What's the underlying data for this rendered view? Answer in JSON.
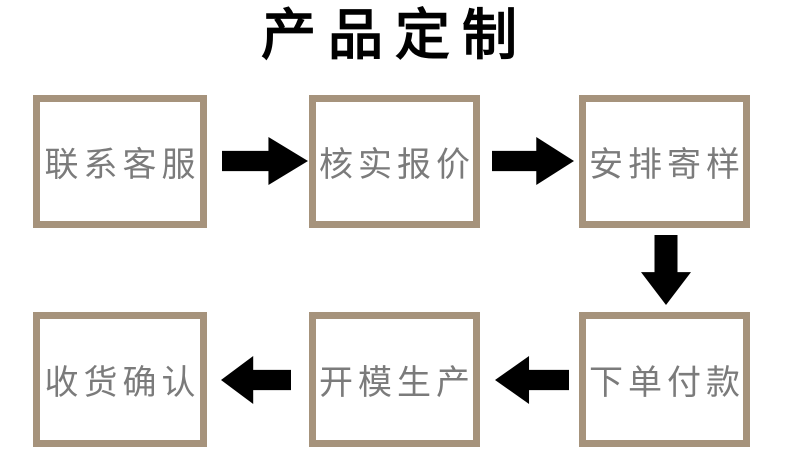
{
  "title": "产品定制",
  "colors": {
    "background": "#ffffff",
    "title": "#000000",
    "box_border": "#a6937c",
    "box_text": "#7b7b7b",
    "arrow": "#000000"
  },
  "flow": {
    "steps": [
      {
        "order": 1,
        "label": "联系客服"
      },
      {
        "order": 2,
        "label": "核实报价"
      },
      {
        "order": 3,
        "label": "安排寄样"
      },
      {
        "order": 4,
        "label": "下单付款"
      },
      {
        "order": 5,
        "label": "开模生产"
      },
      {
        "order": 6,
        "label": "收货确认"
      }
    ],
    "arrows": [
      {
        "from": "联系客服",
        "to": "核实报价",
        "direction": "right"
      },
      {
        "from": "核实报价",
        "to": "安排寄样",
        "direction": "right"
      },
      {
        "from": "安排寄样",
        "to": "下单付款",
        "direction": "down"
      },
      {
        "from": "下单付款",
        "to": "开模生产",
        "direction": "left"
      },
      {
        "from": "开模生产",
        "to": "收货确认",
        "direction": "left"
      }
    ]
  }
}
